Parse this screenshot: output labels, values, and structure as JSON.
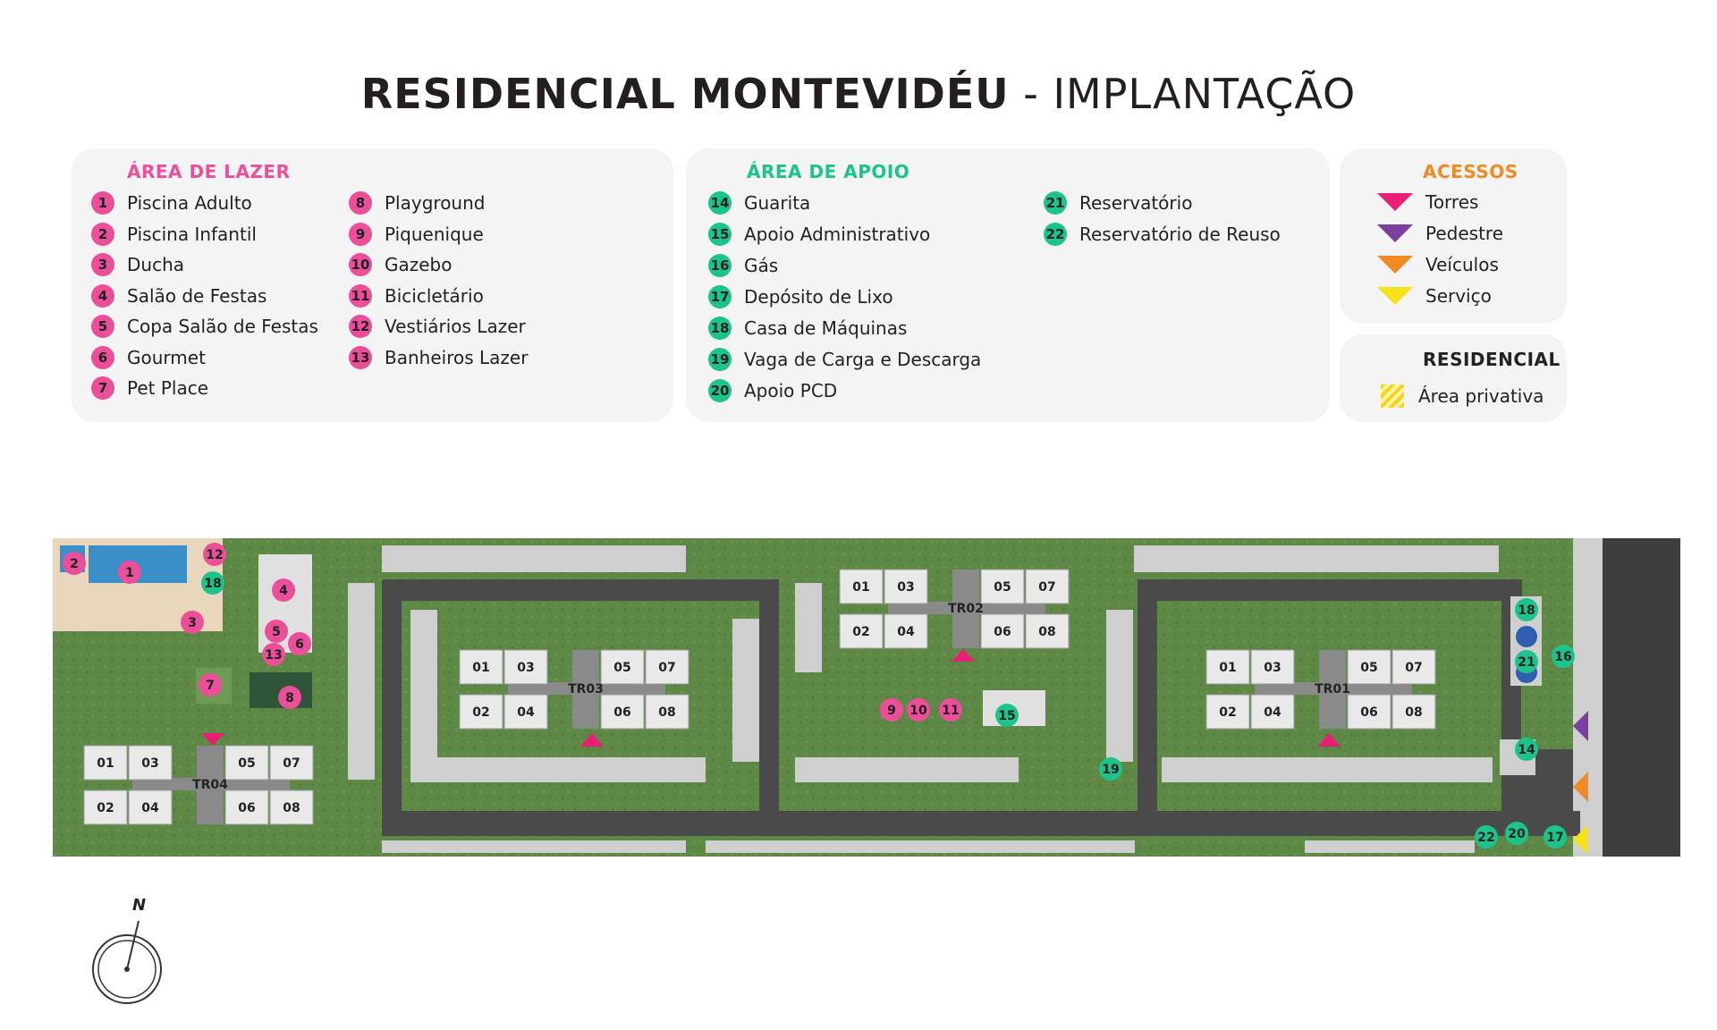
{
  "title": {
    "bold": "RESIDENCIAL MONTEVIDÉU",
    "light": " - IMPLANTAÇÃO"
  },
  "colors": {
    "lazer": "#ec4f99",
    "apoio": "#1cc48c",
    "acessos": "#f08a24",
    "grass": "#5f8a47",
    "road": "#4a4a4a",
    "parking": "#cfcfcf"
  },
  "lazer": {
    "heading": "ÁREA DE LAZER",
    "items": [
      {
        "num": "1",
        "label": "Piscina Adulto"
      },
      {
        "num": "2",
        "label": "Piscina Infantil"
      },
      {
        "num": "3",
        "label": "Ducha"
      },
      {
        "num": "4",
        "label": "Salão de Festas"
      },
      {
        "num": "5",
        "label": "Copa Salão de Festas"
      },
      {
        "num": "6",
        "label": "Gourmet"
      },
      {
        "num": "7",
        "label": "Pet Place"
      },
      {
        "num": "8",
        "label": "Playground"
      },
      {
        "num": "9",
        "label": "Piquenique"
      },
      {
        "num": "10",
        "label": "Gazebo"
      },
      {
        "num": "11",
        "label": "Bicicletário"
      },
      {
        "num": "12",
        "label": "Vestiários Lazer"
      },
      {
        "num": "13",
        "label": "Banheiros Lazer"
      }
    ]
  },
  "apoio": {
    "heading": "ÁREA DE APOIO",
    "items": [
      {
        "num": "14",
        "label": "Guarita"
      },
      {
        "num": "15",
        "label": "Apoio Administrativo"
      },
      {
        "num": "16",
        "label": "Gás"
      },
      {
        "num": "17",
        "label": "Depósito de Lixo"
      },
      {
        "num": "18",
        "label": "Casa de Máquinas"
      },
      {
        "num": "19",
        "label": "Vaga de Carga e Descarga"
      },
      {
        "num": "20",
        "label": "Apoio PCD"
      },
      {
        "num": "21",
        "label": "Reservatório"
      },
      {
        "num": "22",
        "label": "Reservatório de Reuso"
      }
    ]
  },
  "acessos": {
    "heading": "ACESSOS",
    "items": [
      {
        "label": "Torres",
        "color": "#e91e75"
      },
      {
        "label": "Pedestre",
        "color": "#7b3fa0"
      },
      {
        "label": "Veículos",
        "color": "#f08a24"
      },
      {
        "label": "Serviço",
        "color": "#f7e21a"
      }
    ]
  },
  "residencial": {
    "heading": "RESIDENCIAL",
    "item": "Área privativa"
  },
  "map": {
    "towers": [
      {
        "name": "TR01",
        "units": [
          "01",
          "03",
          "05",
          "07",
          "02",
          "04",
          "06",
          "08"
        ]
      },
      {
        "name": "TR02",
        "units": [
          "01",
          "03",
          "05",
          "07",
          "02",
          "04",
          "06",
          "08"
        ]
      },
      {
        "name": "TR03",
        "units": [
          "01",
          "03",
          "05",
          "07",
          "02",
          "04",
          "06",
          "08"
        ]
      },
      {
        "name": "TR04",
        "units": [
          "01",
          "03",
          "05",
          "07",
          "02",
          "04",
          "06",
          "08"
        ]
      }
    ],
    "markers": [
      "1",
      "2",
      "3",
      "4",
      "5",
      "6",
      "7",
      "8",
      "9",
      "10",
      "11",
      "12",
      "13",
      "14",
      "15",
      "16",
      "17",
      "18",
      "18",
      "19",
      "20",
      "21",
      "22"
    ]
  },
  "compass": {
    "label": "N"
  }
}
